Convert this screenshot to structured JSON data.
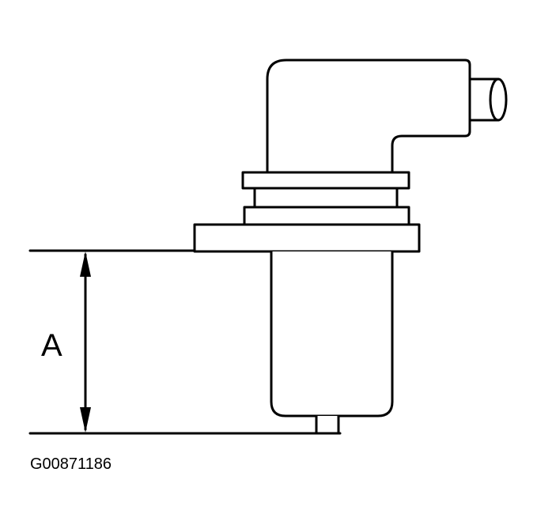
{
  "diagram": {
    "dimension_label": "A",
    "figure_id": "G00871186",
    "parts": {
      "sensor_body": "sensor-body",
      "connector": "angled-connector",
      "cable": "connector-cable",
      "mounting_flange": "mounting-flange",
      "tip": "sensor-tip"
    },
    "line_color": "#000000",
    "background_color": "#ffffff"
  }
}
